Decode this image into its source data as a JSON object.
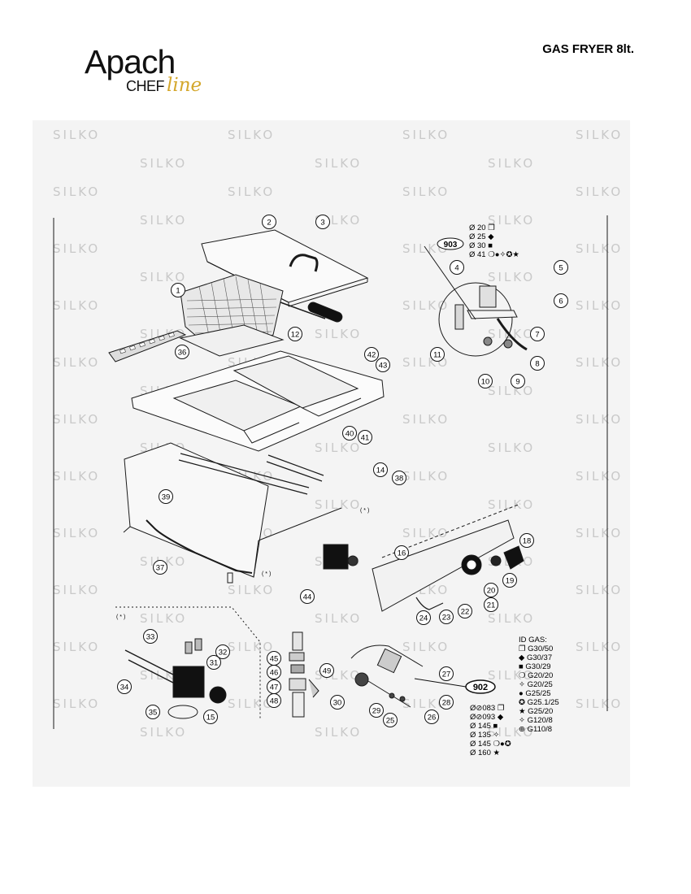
{
  "header": {
    "brand_main": "Apach",
    "brand_chef": "CHEF",
    "brand_line": "line",
    "title": "GAS FRYER 8lt."
  },
  "watermark": {
    "text": "SILKO"
  },
  "callouts": [
    {
      "id": "1",
      "label": "1"
    },
    {
      "id": "2",
      "label": "2"
    },
    {
      "id": "3",
      "label": "3"
    },
    {
      "id": "4",
      "label": "4"
    },
    {
      "id": "5",
      "label": "5"
    },
    {
      "id": "6",
      "label": "6"
    },
    {
      "id": "7",
      "label": "7"
    },
    {
      "id": "8",
      "label": "8"
    },
    {
      "id": "9",
      "label": "9"
    },
    {
      "id": "10",
      "label": "10"
    },
    {
      "id": "11",
      "label": "11"
    },
    {
      "id": "12",
      "label": "12"
    },
    {
      "id": "14",
      "label": "14"
    },
    {
      "id": "15",
      "label": "15"
    },
    {
      "id": "16",
      "label": "16"
    },
    {
      "id": "18",
      "label": "18"
    },
    {
      "id": "19",
      "label": "19"
    },
    {
      "id": "20",
      "label": "20"
    },
    {
      "id": "21",
      "label": "21"
    },
    {
      "id": "22",
      "label": "22"
    },
    {
      "id": "23",
      "label": "23"
    },
    {
      "id": "24",
      "label": "24"
    },
    {
      "id": "25",
      "label": "25"
    },
    {
      "id": "26",
      "label": "26"
    },
    {
      "id": "27",
      "label": "27"
    },
    {
      "id": "28",
      "label": "28"
    },
    {
      "id": "29",
      "label": "29"
    },
    {
      "id": "30",
      "label": "30"
    },
    {
      "id": "31",
      "label": "31"
    },
    {
      "id": "32",
      "label": "32"
    },
    {
      "id": "33",
      "label": "33"
    },
    {
      "id": "34",
      "label": "34"
    },
    {
      "id": "35",
      "label": "35"
    },
    {
      "id": "36",
      "label": "36"
    },
    {
      "id": "37",
      "label": "37"
    },
    {
      "id": "38",
      "label": "38"
    },
    {
      "id": "39",
      "label": "39"
    },
    {
      "id": "40",
      "label": "40"
    },
    {
      "id": "41",
      "label": "41"
    },
    {
      "id": "42",
      "label": "42"
    },
    {
      "id": "43",
      "label": "43"
    },
    {
      "id": "44",
      "label": "44"
    },
    {
      "id": "45",
      "label": "45"
    },
    {
      "id": "46",
      "label": "46"
    },
    {
      "id": "47",
      "label": "47"
    },
    {
      "id": "48",
      "label": "48"
    },
    {
      "id": "49",
      "label": "49"
    }
  ],
  "ovals": {
    "pilot_injector": "903",
    "burner_injector": "902"
  },
  "notes": {
    "detail_mark": "( * )"
  },
  "pilot_sizes": [
    {
      "size": "Ø 20",
      "symbols": "❐"
    },
    {
      "size": "Ø 25",
      "symbols": "◆"
    },
    {
      "size": "Ø 30",
      "symbols": "■"
    },
    {
      "size": "Ø 41",
      "symbols": "❍●✧✪★"
    }
  ],
  "burner_sizes": [
    {
      "size": "Ø⊘083",
      "symbols": "❐"
    },
    {
      "size": "Ø⊘093",
      "symbols": "◆"
    },
    {
      "size": "Ø 145",
      "symbols": "■"
    },
    {
      "size": "Ø 135",
      "symbols": "✧"
    },
    {
      "size": "Ø 145",
      "symbols": "❍●✪"
    },
    {
      "size": "Ø 160",
      "symbols": "★"
    }
  ],
  "gas_legend": {
    "title": "ID GAS:",
    "items": [
      {
        "symbol": "❐",
        "gas": "G30/50"
      },
      {
        "symbol": "◆",
        "gas": "G30/37"
      },
      {
        "symbol": "■",
        "gas": "G30/29"
      },
      {
        "symbol": "❍",
        "gas": "G20/20"
      },
      {
        "symbol": "✧",
        "gas": "G20/25"
      },
      {
        "symbol": "●",
        "gas": "G25/25"
      },
      {
        "symbol": "✪",
        "gas": "G25.1/25"
      },
      {
        "symbol": "★",
        "gas": "G25/20"
      },
      {
        "symbol": "✧",
        "gas": "G120/8"
      },
      {
        "symbol": "⊕",
        "gas": "G110/8"
      }
    ]
  },
  "colors": {
    "brand_accent": "#d4a72c",
    "line": "#1a1a1a",
    "watermark": "#c9c9c9",
    "panel": "#f4f4f4"
  }
}
